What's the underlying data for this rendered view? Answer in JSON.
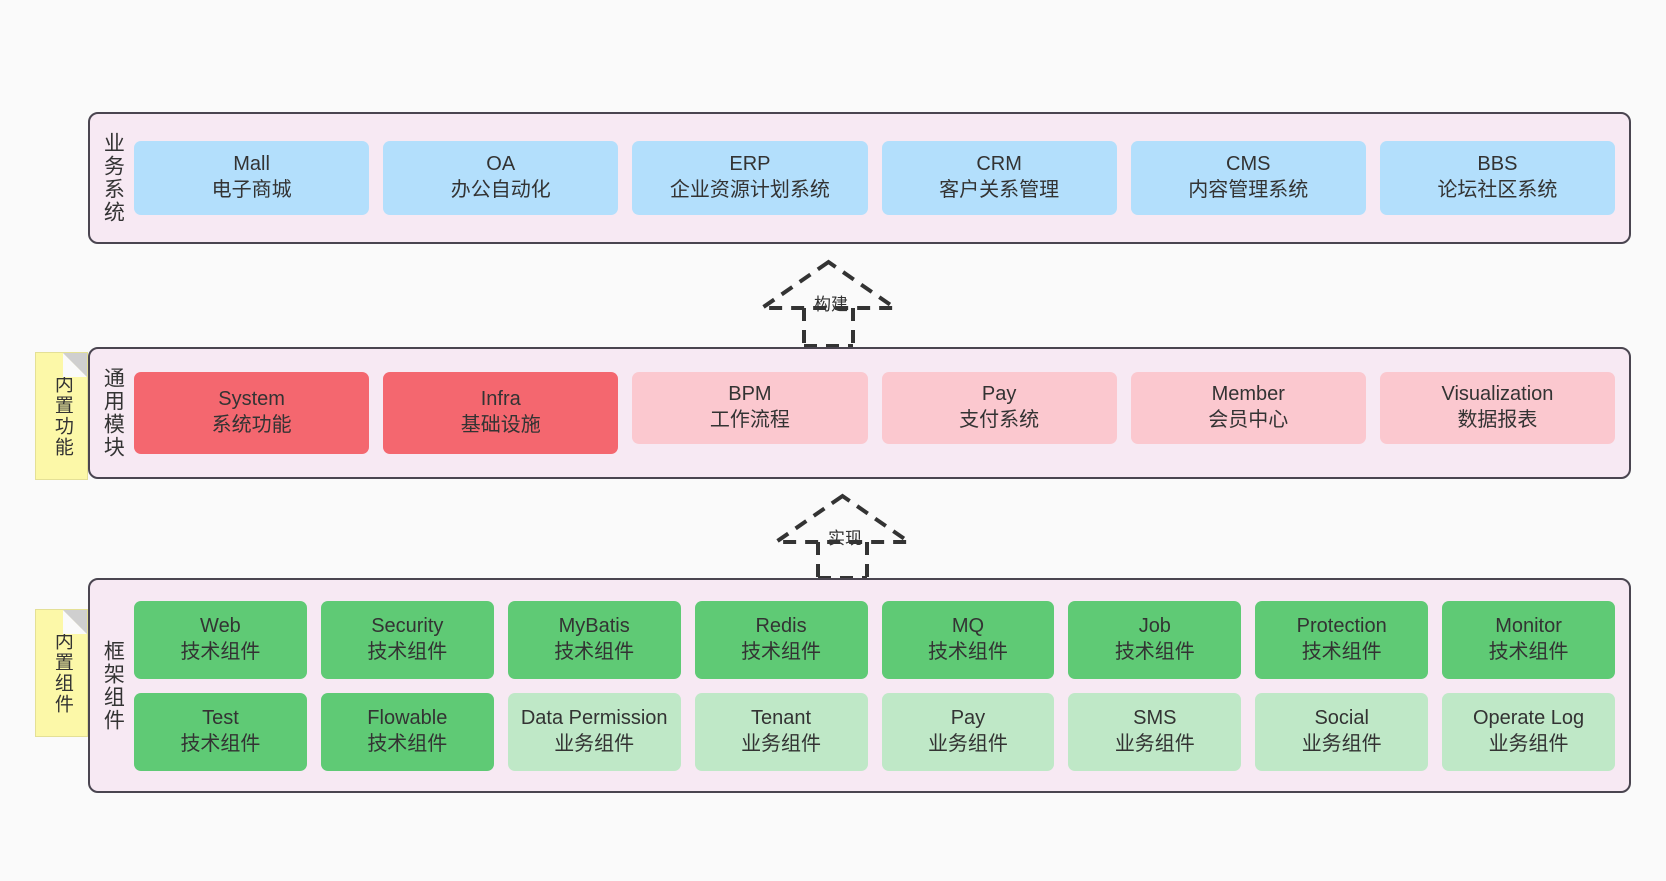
{
  "diagram": {
    "background": "#fafafa",
    "panel_bg": "#f7e9f3",
    "panel_border": "#4a4550",
    "note_bg": "#fcf8a8"
  },
  "layers": [
    {
      "key": "business",
      "title": "业务系统",
      "note": null,
      "rows": [
        {
          "cards": [
            {
              "name": "Mall",
              "cn": "电子商城",
              "color": "#b3dffc",
              "style": "c-blue"
            },
            {
              "name": "OA",
              "cn": "办公自动化",
              "color": "#b3dffc",
              "style": "c-blue"
            },
            {
              "name": "ERP",
              "cn": "企业资源计划系统",
              "color": "#b3dffc",
              "style": "c-blue"
            },
            {
              "name": "CRM",
              "cn": "客户关系管理",
              "color": "#b3dffc",
              "style": "c-blue"
            },
            {
              "name": "CMS",
              "cn": "内容管理系统",
              "color": "#b3dffc",
              "style": "c-blue"
            },
            {
              "name": "BBS",
              "cn": "论坛社区系统",
              "color": "#b3dffc",
              "style": "c-blue"
            }
          ]
        }
      ]
    },
    {
      "key": "common",
      "title": "通用模块",
      "note": "内置功能",
      "rows": [
        {
          "cards": [
            {
              "name": "System",
              "cn": "系统功能",
              "color": "#f4676f",
              "style": "c-red"
            },
            {
              "name": "Infra",
              "cn": "基础设施",
              "color": "#f4676f",
              "style": "c-red"
            },
            {
              "name": "BPM",
              "cn": "工作流程",
              "color": "#fbc8cf",
              "style": "c-pink"
            },
            {
              "name": "Pay",
              "cn": "支付系统",
              "color": "#fbc8cf",
              "style": "c-pink"
            },
            {
              "name": "Member",
              "cn": "会员中心",
              "color": "#fbc8cf",
              "style": "c-pink"
            },
            {
              "name": "Visualization",
              "cn": "数据报表",
              "color": "#fbc8cf",
              "style": "c-pink"
            }
          ]
        }
      ]
    },
    {
      "key": "framework",
      "title": "框架组件",
      "note": "内置组件",
      "rows": [
        {
          "cards": [
            {
              "name": "Web",
              "cn": "技术组件",
              "color": "#5fca75",
              "style": "c-green"
            },
            {
              "name": "Security",
              "cn": "技术组件",
              "color": "#5fca75",
              "style": "c-green"
            },
            {
              "name": "MyBatis",
              "cn": "技术组件",
              "color": "#5fca75",
              "style": "c-green"
            },
            {
              "name": "Redis",
              "cn": "技术组件",
              "color": "#5fca75",
              "style": "c-green"
            },
            {
              "name": "MQ",
              "cn": "技术组件",
              "color": "#5fca75",
              "style": "c-green"
            },
            {
              "name": "Job",
              "cn": "技术组件",
              "color": "#5fca75",
              "style": "c-green"
            },
            {
              "name": "Protection",
              "cn": "技术组件",
              "color": "#5fca75",
              "style": "c-green"
            },
            {
              "name": "Monitor",
              "cn": "技术组件",
              "color": "#5fca75",
              "style": "c-green"
            }
          ]
        },
        {
          "cards": [
            {
              "name": "Test",
              "cn": "技术组件",
              "color": "#5fca75",
              "style": "c-green"
            },
            {
              "name": "Flowable",
              "cn": "技术组件",
              "color": "#5fca75",
              "style": "c-green"
            },
            {
              "name": "Data Permission",
              "cn": "业务组件",
              "color": "#bfe8c7",
              "style": "c-lightgreen"
            },
            {
              "name": "Tenant",
              "cn": "业务组件",
              "color": "#bfe8c7",
              "style": "c-lightgreen"
            },
            {
              "name": "Pay",
              "cn": "业务组件",
              "color": "#bfe8c7",
              "style": "c-lightgreen"
            },
            {
              "name": "SMS",
              "cn": "业务组件",
              "color": "#bfe8c7",
              "style": "c-lightgreen"
            },
            {
              "name": "Social",
              "cn": "业务组件",
              "color": "#bfe8c7",
              "style": "c-lightgreen"
            },
            {
              "name": "Operate Log",
              "cn": "业务组件",
              "color": "#bfe8c7",
              "style": "c-lightgreen"
            }
          ]
        }
      ]
    }
  ],
  "connectors": [
    {
      "key": "build",
      "label": "构建"
    },
    {
      "key": "implement",
      "label": "实现"
    }
  ]
}
